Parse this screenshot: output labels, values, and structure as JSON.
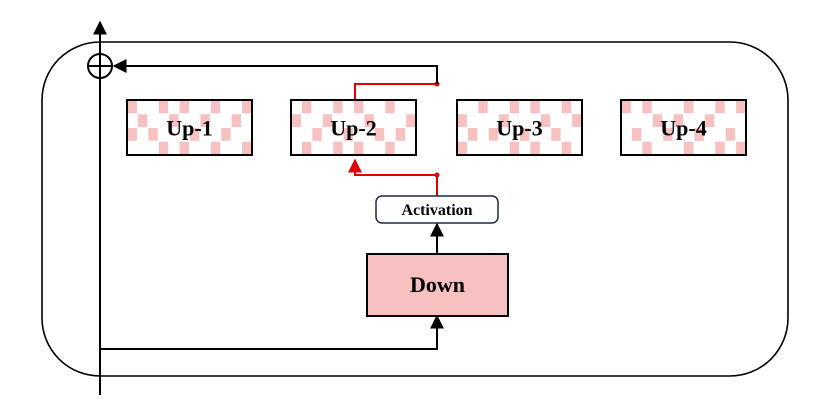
{
  "diagram": {
    "up_blocks": [
      {
        "label": "Up-1"
      },
      {
        "label": "Up-2"
      },
      {
        "label": "Up-3"
      },
      {
        "label": "Up-4"
      }
    ],
    "activation": {
      "label": "Activation"
    },
    "down": {
      "label": "Down"
    },
    "selected_up_index": 1,
    "colors": {
      "grid_pink": "#f8c1c1",
      "down_fill": "#f8c1c1",
      "route_red": "#e00000",
      "line_black": "#000000",
      "activation_border": "#1f2a44"
    }
  }
}
